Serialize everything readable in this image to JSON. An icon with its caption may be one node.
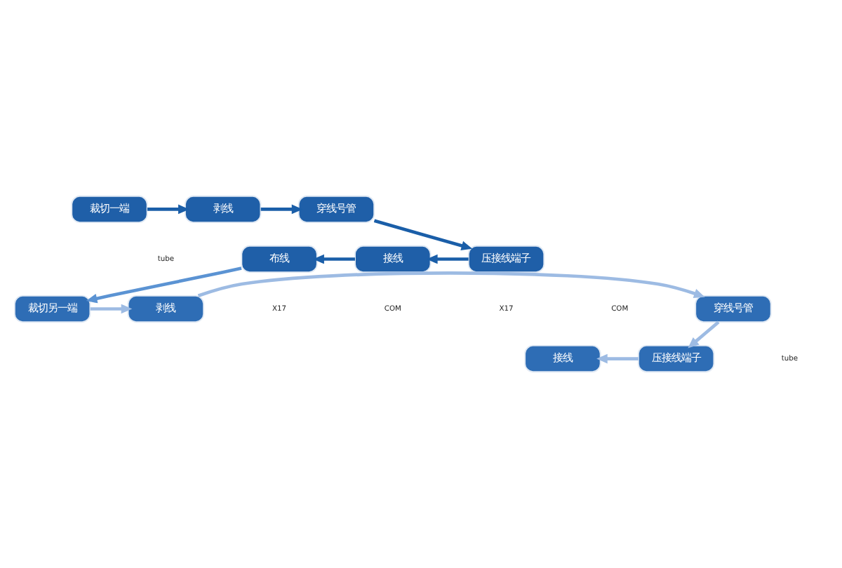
{
  "diagram": {
    "nodes": [
      {
        "text": [
          "裁切一端"
        ]
      },
      {
        "text": [
          "剥线"
        ]
      },
      {
        "text": [
          "穿线号管"
        ]
      },
      {
        "text": [
          "压接线端子"
        ]
      },
      {
        "text": [
          "接线"
        ]
      },
      {
        "text": [
          "布线"
        ]
      },
      {
        "text": [
          "裁切另一端"
        ]
      },
      {
        "text": [
          "剥线"
        ]
      },
      {
        "text": [
          "穿线号管"
        ]
      },
      {
        "text": [
          "压接线端子"
        ]
      },
      {
        "text": [
          "接线"
        ]
      }
    ],
    "edges": [
      {
        "from": 0,
        "to": 1,
        "arrow": "to"
      },
      {
        "from": 1,
        "to": 2,
        "arrow": "to"
      },
      {
        "from": 2,
        "to": 3,
        "arrow": "to"
      },
      {
        "from": 3,
        "to": 4,
        "arrow": "to"
      },
      {
        "from": 4,
        "to": 5,
        "arrow": "to"
      },
      {
        "from": 5,
        "to": 6,
        "arrow": "to",
        "color": "#5b93d3"
      },
      {
        "from": 6,
        "to": 7,
        "arrow": "to",
        "color": "#9dbbe3"
      },
      {
        "from": 7,
        "to": 8,
        "arrow": "to",
        "color": "#9dbbe3"
      },
      {
        "from": 8,
        "to": 9,
        "arrow": "to",
        "color": "#9dbbe3"
      },
      {
        "from": 9,
        "to": 10,
        "arrow": "to",
        "color": "#9dbbe3"
      }
    ],
    "labels": [
      "tube",
      "COM",
      "X17",
      "COM",
      "X17",
      "tube"
    ]
  }
}
